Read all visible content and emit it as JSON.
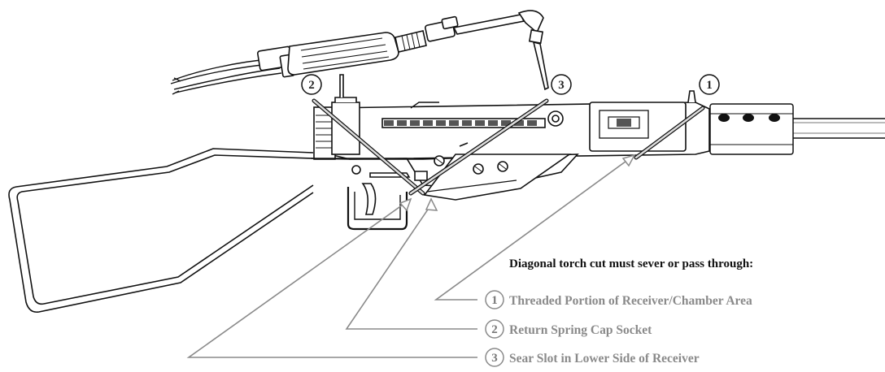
{
  "diagram": {
    "heading": "Diagonal torch cut must sever or pass through:",
    "callouts": [
      {
        "number": "1",
        "label": "Threaded Portion of Receiver/Chamber Area"
      },
      {
        "number": "2",
        "label": "Return Spring Cap Socket"
      },
      {
        "number": "3",
        "label": "Sear Slot in Lower Side of Receiver"
      }
    ],
    "colors": {
      "outline": "#111111",
      "leader": "#8a8a8a",
      "cut_line": "#aaaaaa",
      "shading": "#555555"
    }
  }
}
